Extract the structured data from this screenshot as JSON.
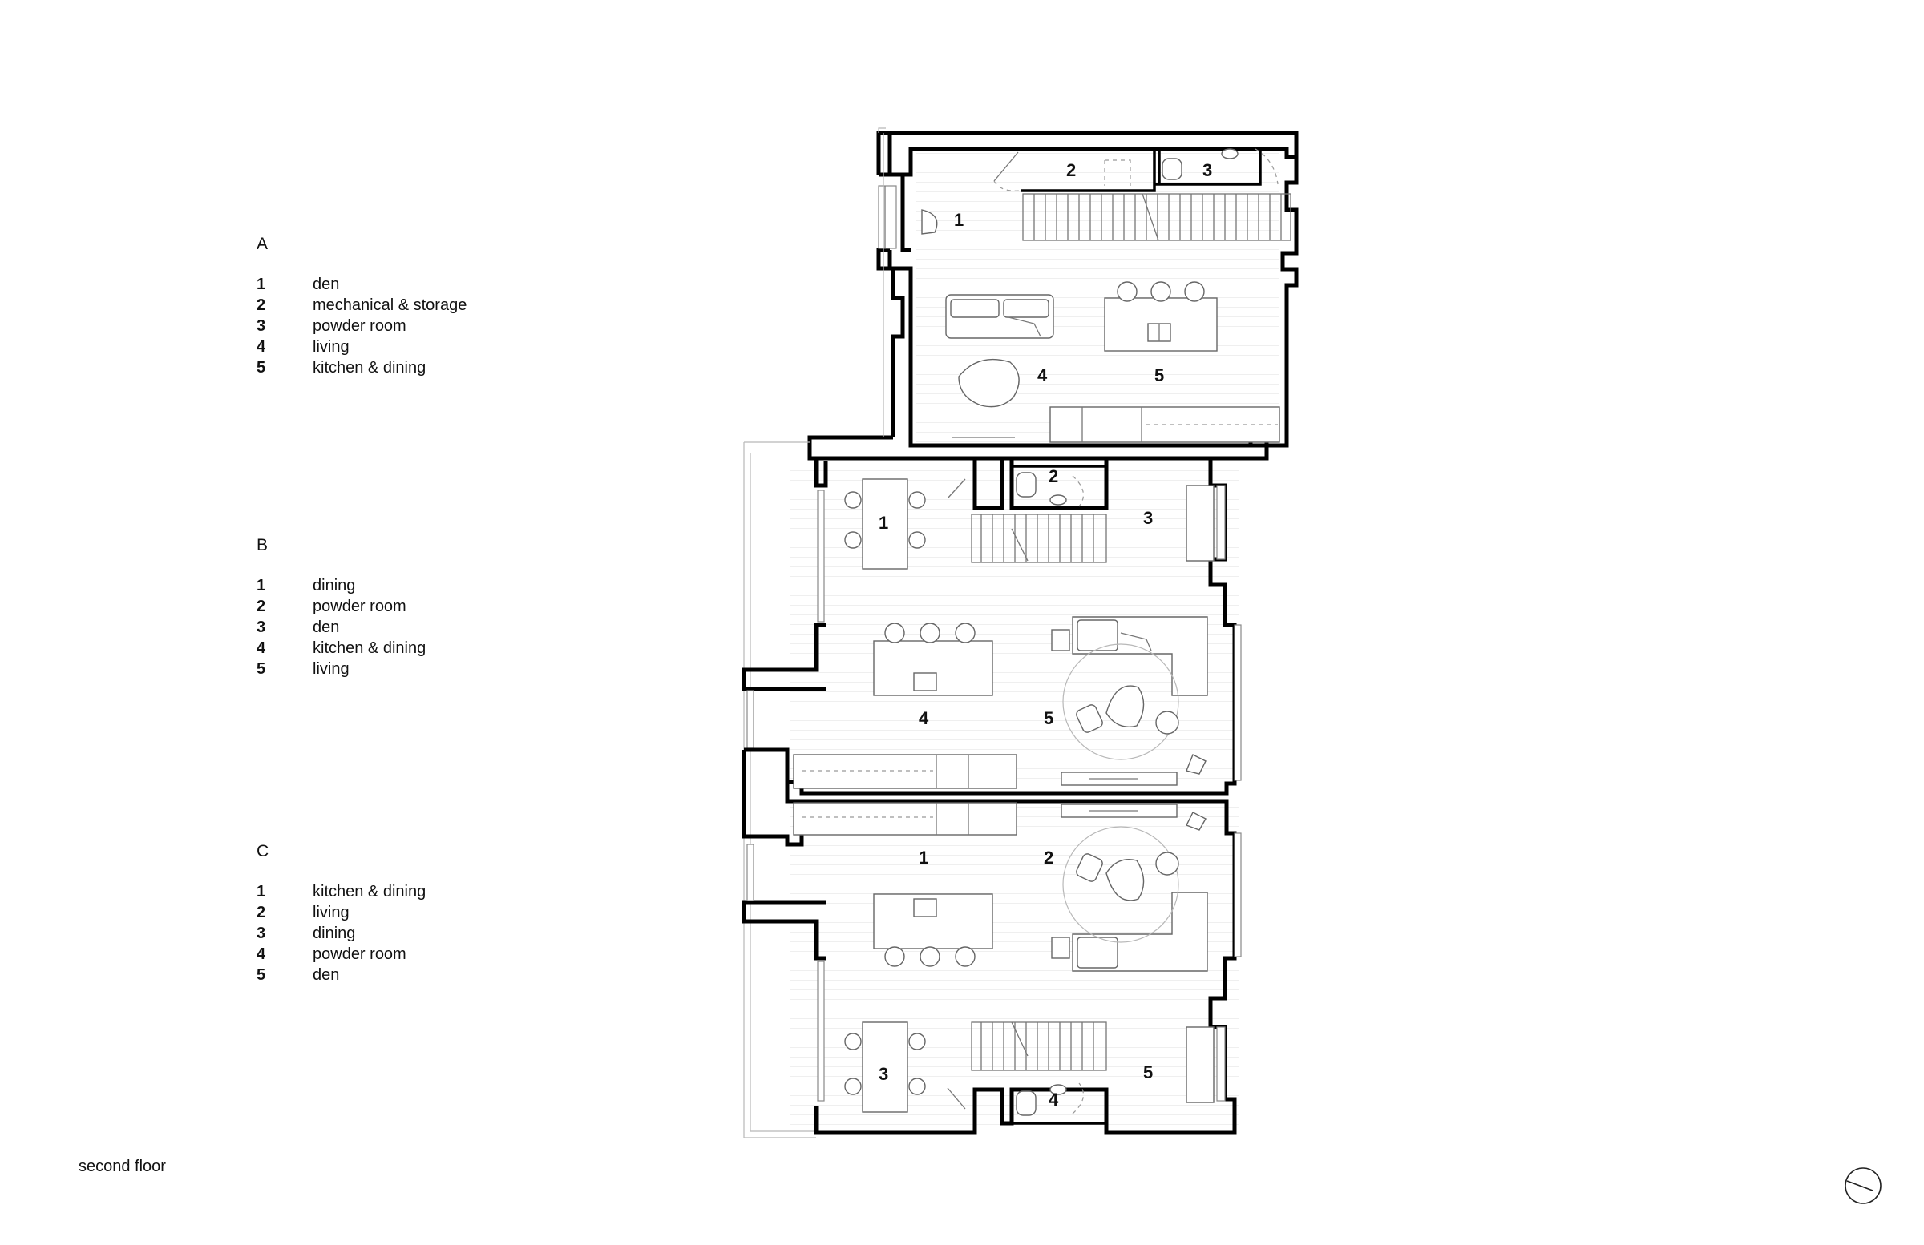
{
  "legend": {
    "A": {
      "heading": "A",
      "rooms": [
        {
          "num": "1",
          "name": "den"
        },
        {
          "num": "2",
          "name": "mechanical & storage"
        },
        {
          "num": "3",
          "name": "powder room"
        },
        {
          "num": "4",
          "name": "living"
        },
        {
          "num": "5",
          "name": "kitchen & dining"
        }
      ]
    },
    "B": {
      "heading": "B",
      "rooms": [
        {
          "num": "1",
          "name": "dining"
        },
        {
          "num": "2",
          "name": "powder room"
        },
        {
          "num": "3",
          "name": "den"
        },
        {
          "num": "4",
          "name": "kitchen & dining"
        },
        {
          "num": "5",
          "name": "living"
        }
      ]
    },
    "C": {
      "heading": "C",
      "rooms": [
        {
          "num": "1",
          "name": "kitchen & dining"
        },
        {
          "num": "2",
          "name": "living"
        },
        {
          "num": "3",
          "name": "dining"
        },
        {
          "num": "4",
          "name": "powder room"
        },
        {
          "num": "5",
          "name": "den"
        }
      ]
    }
  },
  "caption": "second floor",
  "plan_labels": {
    "A": [
      "1",
      "2",
      "3",
      "4",
      "5"
    ],
    "B": [
      "1",
      "2",
      "3",
      "4",
      "5"
    ],
    "C": [
      "1",
      "2",
      "3",
      "4",
      "5"
    ]
  },
  "north_arrow_icon": "north-arrow-icon"
}
